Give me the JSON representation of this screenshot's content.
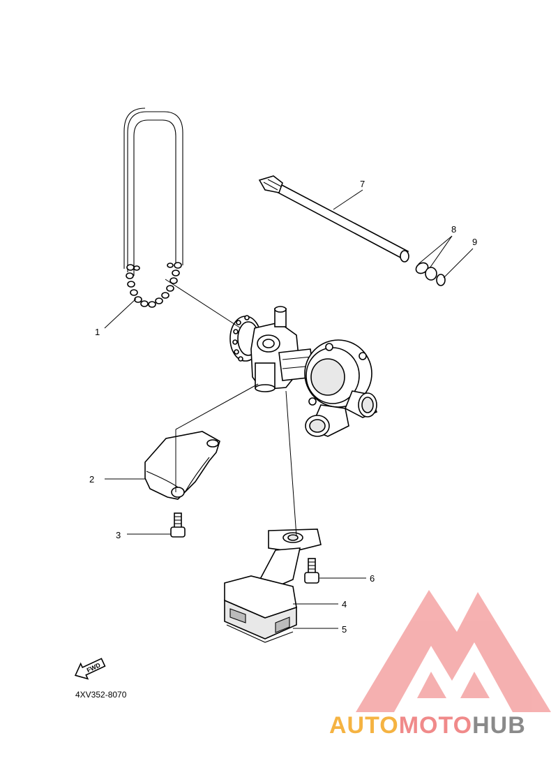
{
  "diagram": {
    "callouts": [
      "1",
      "2",
      "3",
      "4",
      "5",
      "6",
      "7",
      "8",
      "9"
    ],
    "fwd_label": "FWD",
    "diagram_code": "4XV352-8070"
  },
  "watermark": {
    "part_auto": "AUTO",
    "part_moto": "MOTO",
    "part_hub": "HUB",
    "colors": {
      "auto": "#f5b342",
      "moto": "#f08a8a",
      "hub": "#8a8a8a"
    }
  }
}
